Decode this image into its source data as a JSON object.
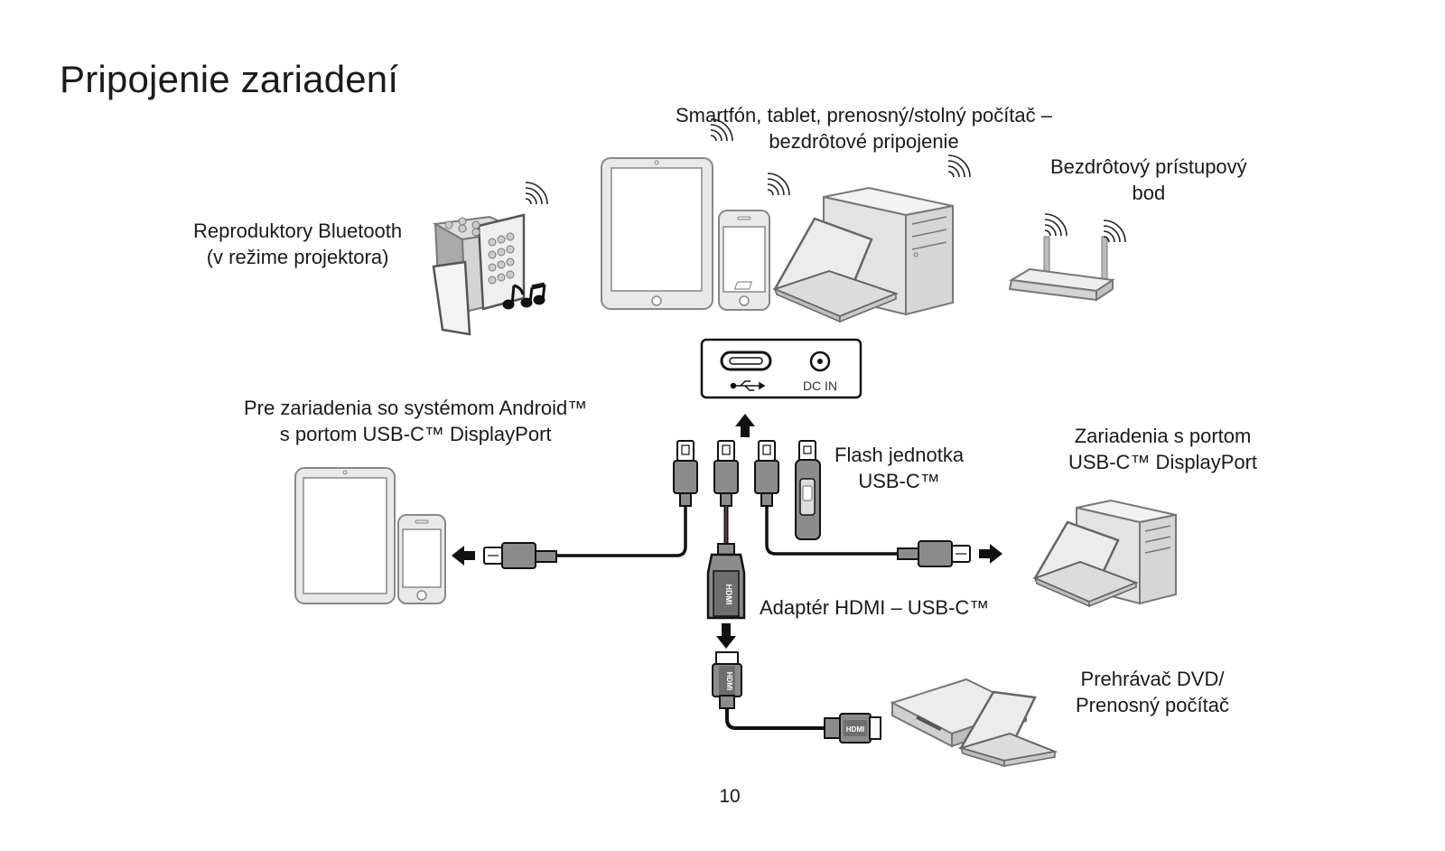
{
  "title": "Pripojenie zariadení",
  "labels": {
    "wireless_devices": [
      "Smartfón, tablet, prenosný/stolný počítač –",
      "bezdrôtové pripojenie"
    ],
    "access_point": [
      "Bezdrôtový prístupový",
      "bod"
    ],
    "bluetooth_speakers": [
      "Reproduktory Bluetooth",
      "(v režime projektora)"
    ],
    "android_devices": [
      "Pre zariadenia so systémom Android™",
      "s portom USB-C™ DisplayPort"
    ],
    "flash_drive": [
      "Flash jednotka",
      "USB-C™"
    ],
    "usbc_dp_devices": [
      "Zariadenia s portom",
      "USB-C™ DisplayPort"
    ],
    "hdmi_adapter": [
      "Adaptér HDMI – USB-C™"
    ],
    "dvd_laptop": [
      "Prehrávač DVD/",
      "Prenosný počítač"
    ]
  },
  "port_panel": {
    "dc_in": "DC IN"
  },
  "hdmi_text": "HDMI",
  "page_number": "10",
  "colors": {
    "device_fill": "#e9e9e9",
    "device_stroke": "#8a8a8a",
    "connector": "#8c8c8c",
    "cable": "#111111"
  }
}
